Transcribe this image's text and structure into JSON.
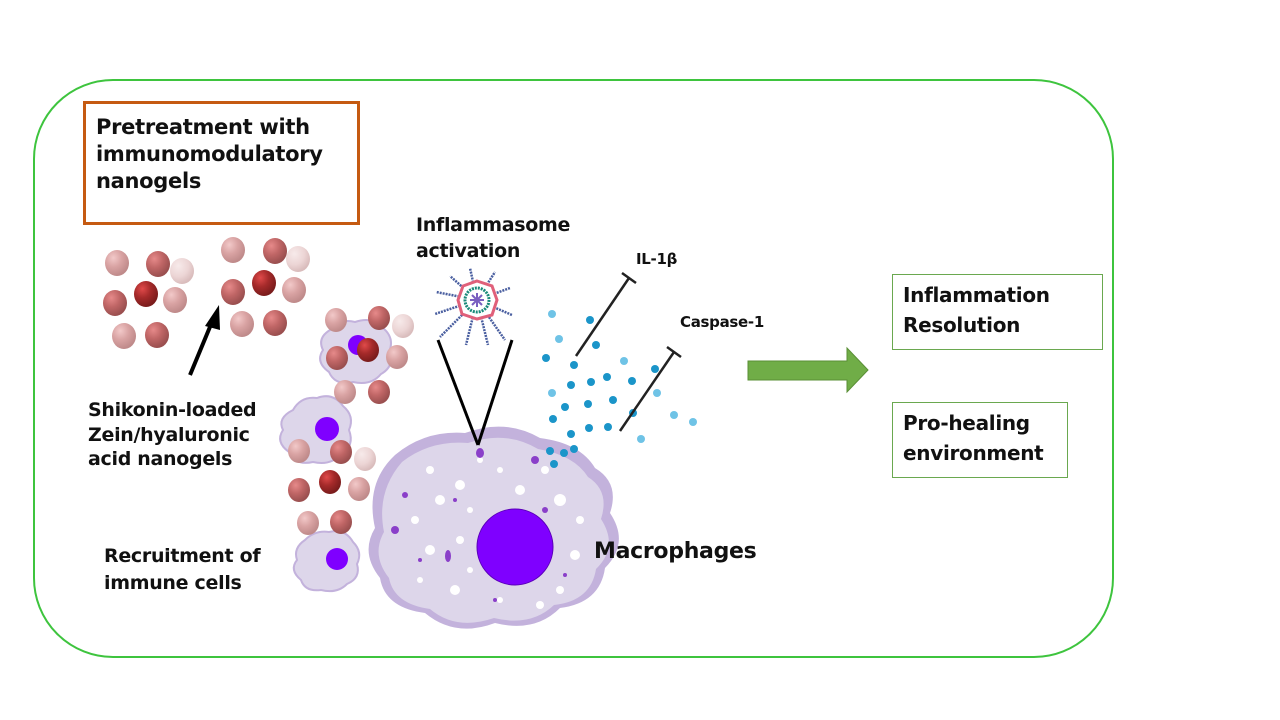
{
  "diagram": {
    "title_box": {
      "text": "Pretreatment with\nimmunomodulatory\nnanogels",
      "border_color": "#c55a11"
    },
    "nanogel_label": {
      "text": "Shikonin-loaded\nZein/hyaluronic\nacid nanogels"
    },
    "recruitment_label": {
      "text": "Recruitment of\nimmune cells"
    },
    "inflammasome_label": {
      "text": "Inflammasome\nactivation"
    },
    "il1b_label": {
      "text": "IL-1β"
    },
    "caspase_label": {
      "text": "Caspase-1"
    },
    "macrophage_label": {
      "text": "Macrophages"
    },
    "outcomes": [
      {
        "text": "Inflammation\nResolution"
      },
      {
        "text": "Pro-healing\nenvironment"
      }
    ],
    "colors": {
      "frame": "#3ec43e",
      "arrow": "#70ad47",
      "outcome_border": "#6aa84f",
      "nucleus": "#7f00ff",
      "cytoplasm": "#d9d3e6",
      "membrane": "#c3b2dc",
      "cytokine_dark": "#1b95c9",
      "cytokine_light": "#6fc3e6",
      "nanogel_dark": "#a52a2a",
      "nanogel_mid": "#c06666",
      "nanogel_light": "#d9a3a3",
      "nanogel_pale": "#ecd5d5"
    }
  }
}
